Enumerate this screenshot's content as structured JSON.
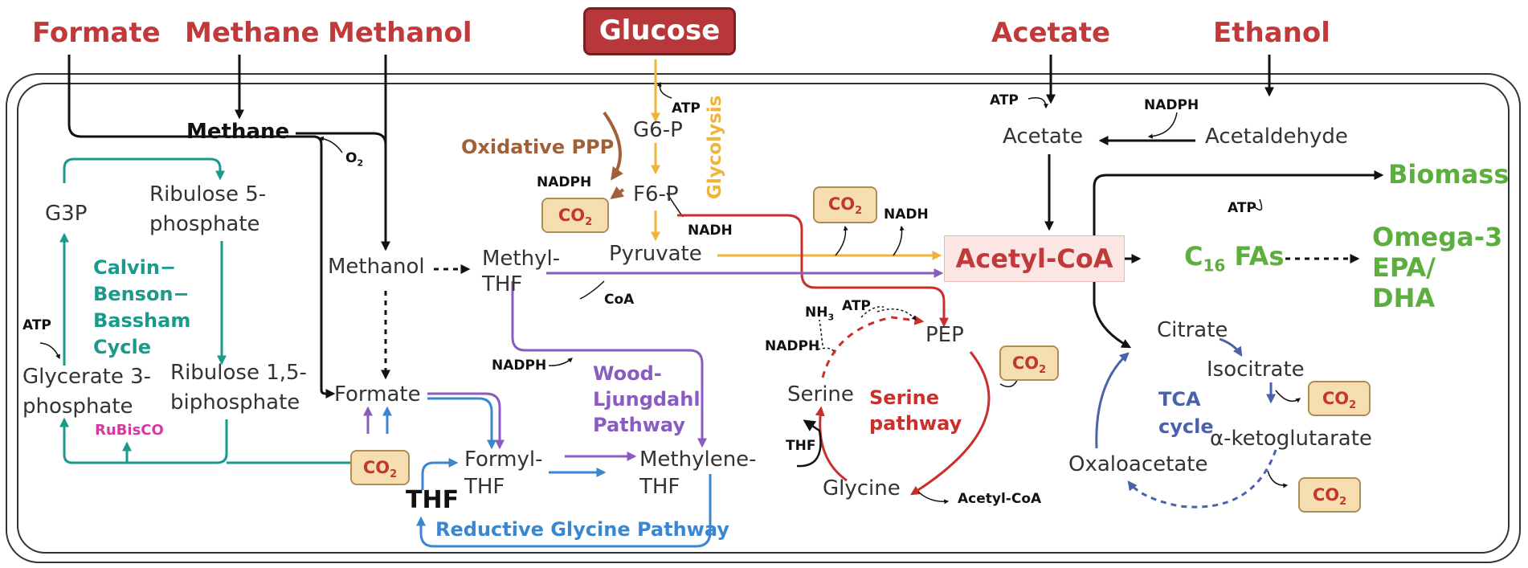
{
  "sources": {
    "formate": "Formate",
    "methane": "Methane",
    "methanol": "Methanol",
    "glucose": "Glucose",
    "acetate": "Acetate",
    "ethanol": "Ethanol"
  },
  "metabolites": {
    "methane_inner": "Methane",
    "methanol_inner": "Methanol",
    "formate_inner": "Formate",
    "g3p": "G3P",
    "ribulose5p_1": "Ribulose 5-",
    "ribulose5p_2": "phosphate",
    "ribulose15bp_1": "Ribulose 1,5-",
    "ribulose15bp_2": "biphosphate",
    "glycerate3p_1": "Glycerate 3-",
    "glycerate3p_2": "phosphate",
    "g6p": "G6-P",
    "f6p": "F6-P",
    "pyruvate": "Pyruvate",
    "methyl_thf_1": "Methyl-",
    "methyl_thf_2": "THF",
    "formyl_thf_1": "Formyl-",
    "formyl_thf_2": "THF",
    "methylene_thf_1": "Methylene-",
    "methylene_thf_2": "THF",
    "thf_big": "THF",
    "acetate_inner": "Acetate",
    "acetaldehyde": "Acetaldehyde",
    "acetyl_coa": "Acetyl-CoA",
    "pep": "PEP",
    "serine": "Serine",
    "glycine": "Glycine",
    "citrate": "Citrate",
    "isocitrate": "Isocitrate",
    "akg": "α-ketoglutarate",
    "oxaloacetate": "Oxaloacetate"
  },
  "cofactors": {
    "atp_glucose": "ATP",
    "o2": "O",
    "o2_sub": "2",
    "nadph_oppp": "NADPH",
    "nadh_f6p": "NADH",
    "nadph_wood": "NADPH",
    "coa": "CoA",
    "atp_cbb": "ATP",
    "rubisco": "RuBisCO",
    "nadh_pyr": "NADH",
    "atp_acetate": "ATP",
    "nadph_ethanol": "NADPH",
    "atp_biomass": "ATP",
    "nh3": "NH",
    "nh3_sub": "3",
    "atp_serine": "ATP",
    "nadph_serine": "NADPH",
    "thf_serine": "THF",
    "acetyl_coa_small": "Acetyl-CoA"
  },
  "labels": {
    "glycolysis": "Glycolysis",
    "oxidative_ppp": "Oxidative PPP",
    "calvin_1": "Calvin−",
    "calvin_2": "Benson−",
    "calvin_3": "Bassham",
    "calvin_4": "Cycle",
    "wood_1": "Wood-",
    "wood_2": "Ljungdahl",
    "wood_3": "Pathway",
    "serine_1": "Serine",
    "serine_2": "pathway",
    "tca_1": "TCA",
    "tca_2": "cycle",
    "rgp": "Reductive Glycine Pathway"
  },
  "products": {
    "biomass": "Biomass",
    "c16_prefix": "C",
    "c16_sub": "16",
    "c16_suffix": " FAs",
    "omega_1": "Omega-3",
    "omega_2": "EPA/",
    "omega_3": "DHA"
  },
  "co2": {
    "text": "CO",
    "sub": "2"
  },
  "colors": {
    "source_red": "#c0393b",
    "glycolysis_orange": "#f0b43a",
    "oxidative_ppp_brown": "#a0603a",
    "calvin_teal": "#1a9a8c",
    "wood_purple": "#8a5cc0",
    "reductive_glycine_blue": "#3a86d0",
    "serine_red": "#c9302c",
    "tca_blue": "#4a62aa",
    "product_green": "#5cae3f",
    "rubisco_magenta": "#d63aa0",
    "co2_box": "#f5deb0"
  }
}
